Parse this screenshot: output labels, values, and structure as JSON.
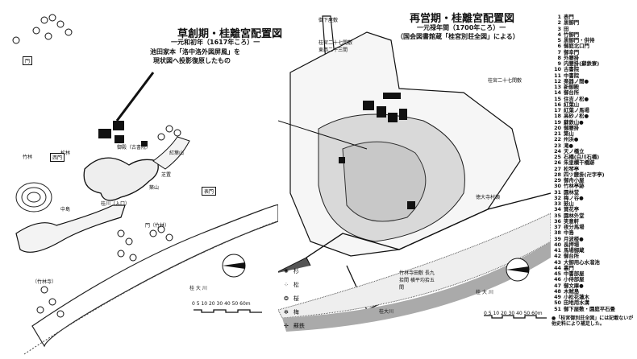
{
  "left_map": {
    "title": "草創期・桂離宮配置図",
    "subtitle": "一元和初年（1617年ころ）一",
    "note_line1": "池田家本「洛中洛外図屏風」を",
    "note_line2": "現状図へ投影復原したもの",
    "labels": [
      "御殿（古書院）",
      "紅葉山",
      "芝置",
      "築山",
      "松林",
      "竹林",
      "表門",
      "西門",
      "門",
      "桂川（入口）",
      "中島",
      "門（竹林）",
      "桂 大 川",
      "（竹林寺）"
    ],
    "scale": "0 5 10  20  30  40  50  60m"
  },
  "right_map": {
    "title": "再営期・桂離宮配置図",
    "subtitle": "一元禄年間（1700年ころ）一",
    "source": "（国会図書館蔵「桂宮別荘全図」による）",
    "labels": [
      "御下屋敷",
      "桂宮二十七間敷",
      "桂宮二十七間敷 東西二十三間",
      "竹林寺田敷 長九拾間 横平均拾五間",
      "桂大川",
      "徳大寺村領",
      "桂 大 川"
    ],
    "scale": "0 5 10  20  30  40  50  60m",
    "tree_legend": [
      {
        "icon": "cedar-icon",
        "label": "杉"
      },
      {
        "icon": "pine-icon",
        "label": "松"
      },
      {
        "icon": "cherry-icon",
        "label": "桜"
      },
      {
        "icon": "plum-icon",
        "label": "梅"
      },
      {
        "icon": "cycad-icon",
        "label": "蘇鉄"
      }
    ]
  },
  "legend": {
    "items": [
      "表門",
      "黒御門",
      "田",
      "竹御門",
      "黒御門・供待",
      "御庭北口門",
      "御幸門",
      "外腰掛",
      "内腰掛(蘇鉄寮)",
      "古書院",
      "中書院",
      "楽器ノ間●",
      "新御殿",
      "御台所",
      "住吉ノ松●",
      "紅葉山",
      "紅葉ノ馬場",
      "高砂ノ松●",
      "蘇鉄山●",
      "御腰掛",
      "築山",
      "州浜●",
      "滝●",
      "天ノ橋立",
      "石橋(白川石橋)",
      "朱塗欄干橋跡",
      "松琴亭",
      "四ツ腰掛(卍字亭)",
      "御舟小屋",
      "竹林亭跡",
      "園林堂",
      "梅ノ谷●",
      "鼓山",
      "賞花亭",
      "園林外堂",
      "笑意軒",
      "夜分馬場",
      "中島",
      "月波楼●",
      "長押場",
      "馬場御蔵",
      "御台所",
      "大御用心水溜池",
      "裏門",
      "中書部屋",
      "小侍部屋",
      "御文庫●",
      "木賊島",
      "小松花蓮木",
      "田地用水溝",
      "御下屋敷・園庭平石畳"
    ],
    "note": "●「桂宮御別荘全図」には記載ないが他史料により補足した。"
  }
}
